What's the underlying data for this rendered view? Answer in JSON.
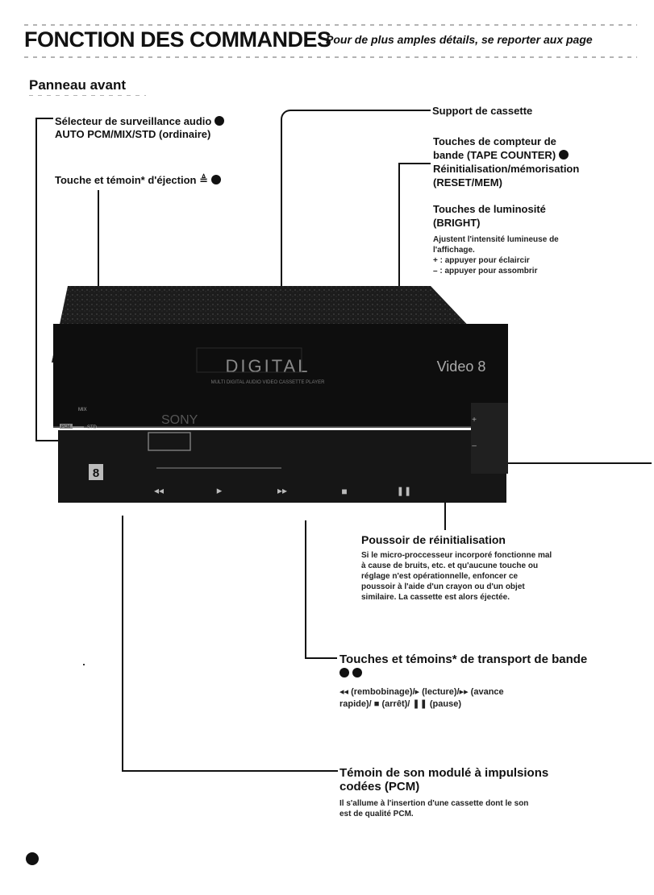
{
  "header": {
    "title": "FONCTION DES COMMANDES",
    "subtitle": "Pour de plus amples détails, se reporter aux page"
  },
  "section_title": "Panneau avant",
  "labels": {
    "audio_selector": {
      "title": "Sélecteur de surveillance audio",
      "subtitle": "AUTO PCM/MIX/STD (ordinaire)"
    },
    "eject": {
      "title": "Touche et témoin* d'éjection",
      "symbol": "≜"
    },
    "cassette_holder": {
      "title": "Support de cassette"
    },
    "tape_counter": {
      "line1": "Touches de compteur de",
      "line2": "bande (TAPE COUNTER)",
      "line3": "Réinitialisation/mémorisation",
      "line4": "(RESET/MEM)"
    },
    "brightness": {
      "title_line1": "Touches de luminosité",
      "title_line2": "(BRIGHT)",
      "desc_line1": "Ajustent l'intensité lumineuse de",
      "desc_line2": "l'affichage.",
      "plus": "+ : appuyer pour éclaircir",
      "minus": "– : appuyer pour assombrir"
    },
    "reset": {
      "title": "Poussoir de réinitialisation",
      "desc_line1": "Si le micro-proccesseur incorporé fonctionne mal",
      "desc_line2": "à cause de bruits, etc. et qu'aucune touche ou",
      "desc_line3": "réglage n'est opérationnelle, enfoncer ce",
      "desc_line4": "poussoir à l'aide d'un crayon ou d'un objet",
      "desc_line5": "similaire. La cassette est alors éjectée."
    },
    "transport": {
      "title": "Touches et témoins* de transport de bande",
      "desc_line1": "◂◂ (rembobinage)/▸ (lecture)/▸▸ (avance",
      "desc_line2": "rapide)/ ■ (arrêt)/ ❚❚ (pause)"
    },
    "pcm_indicator": {
      "title_line1": "Témoin de son modulé à impulsions",
      "title_line2": "codées (PCM)",
      "desc_line1": "Il s'allume à l'insertion d'une cassette dont le son",
      "desc_line2": "est de qualité PCM."
    }
  },
  "device": {
    "logo": "DIGITAL",
    "logo_sub": "MULTI DIGITAL AUDIO VIDEO CASSETTE PLAYER",
    "video8": "Video 8",
    "sony": "SONY",
    "mix": "MIX",
    "pcm": "PCM",
    "std": "STD",
    "eight": "8",
    "btn_rew": "◂◂",
    "btn_play": "▸",
    "btn_ff": "▸▸",
    "btn_stop": "■",
    "btn_pause": "❚❚",
    "plus": "+",
    "minus": "–"
  }
}
